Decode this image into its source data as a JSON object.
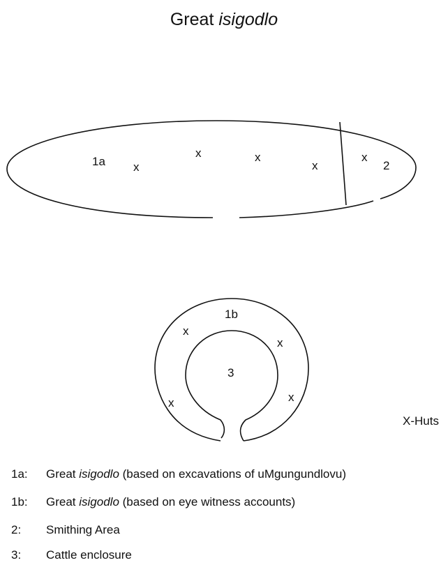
{
  "title": {
    "prefix": "Great ",
    "italic": "isigodlo"
  },
  "diagram_1": {
    "area_label_main": "1a",
    "area_label_side": "2",
    "hut_marker": "x"
  },
  "diagram_2": {
    "area_label_ring": "1b",
    "area_label_center": "3",
    "hut_marker": "x"
  },
  "key_note": "X-Huts",
  "legend": [
    {
      "key": "1a:",
      "prefix": "Great ",
      "italic": "isigodlo",
      "suffix": " (based on excavations of uMgungundlovu)"
    },
    {
      "key": "1b:",
      "prefix": "Great ",
      "italic": "isigodlo",
      "suffix": " (based on eye witness accounts)"
    },
    {
      "key": "2:",
      "prefix": "Smithing Area",
      "italic": "",
      "suffix": ""
    },
    {
      "key": "3:",
      "prefix": "Cattle enclosure",
      "italic": "",
      "suffix": ""
    }
  ]
}
